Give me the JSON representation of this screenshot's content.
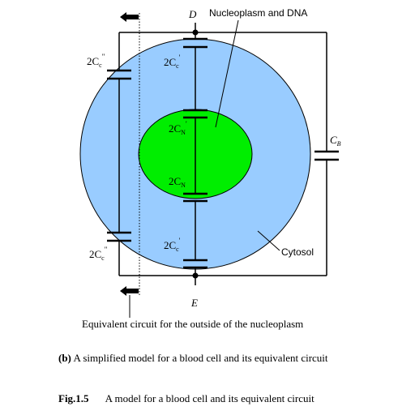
{
  "labels": {
    "node_top": "D",
    "node_bottom": "E",
    "nucleoplasm": "Nucleoplasm and DNA",
    "cytosol": "Cytosol",
    "cap_cc_prime": "2C",
    "cap_cc_prime_sub": "c",
    "cap_cc_prime_mark": "'",
    "cap_cc_double": "2C",
    "cap_cc_double_sub": "c",
    "cap_cc_double_mark": "\"",
    "cap_cn_prime": "2C",
    "cap_cn_prime_sub": "N",
    "cap_cn_prime_mark": "'",
    "cap_cn": "2C",
    "cap_cn_sub": "N",
    "cap_cb": "C",
    "cap_cb_sub": "B"
  },
  "captions": {
    "equivalent": "Equivalent circuit for the outside of the nucleoplasm",
    "sub_label": "(b)",
    "sub_text": "A simplified model for a blood cell and its equivalent circuit",
    "fig_label": "Fig.1.5",
    "fig_text": "A model for a blood cell and its equivalent circuit"
  },
  "colors": {
    "cytosol": "#99ccff",
    "nucleus": "#00ee00",
    "wire": "#000000"
  }
}
